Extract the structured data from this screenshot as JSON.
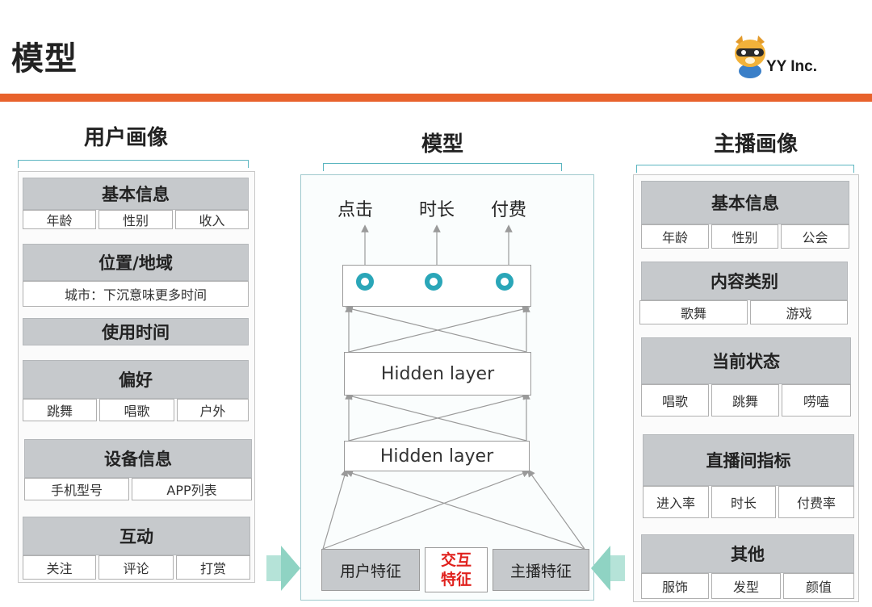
{
  "slide": {
    "title": "模型",
    "logo": {
      "text": "YY Inc.",
      "icon": "raccoon-mascot-icon"
    },
    "accent_color": "#e8622c"
  },
  "user_profile": {
    "title": "用户画像",
    "groups": [
      {
        "header": "基本信息",
        "cells": [
          "年龄",
          "性别",
          "收入"
        ]
      },
      {
        "header": "位置/地域",
        "cells": [
          "城市：下沉意味更多时间"
        ]
      },
      {
        "header": "使用时间",
        "cells": []
      },
      {
        "header": "偏好",
        "cells": [
          "跳舞",
          "唱歌",
          "户外"
        ]
      },
      {
        "header": "设备信息",
        "cells": [
          "手机型号",
          "APP列表"
        ]
      },
      {
        "header": "互动",
        "cells": [
          "关注",
          "评论",
          "打赏"
        ]
      }
    ]
  },
  "model": {
    "title": "模型",
    "outputs": [
      "点击",
      "时长",
      "付费"
    ],
    "hidden_layers": [
      "Hidden layer",
      "Hidden layer"
    ],
    "features": {
      "user": "用户特征",
      "cross_line1": "交互",
      "cross_line2": "特征",
      "anchor": "主播特征"
    },
    "ring_color": "#2aa6b8"
  },
  "anchor_profile": {
    "title": "主播画像",
    "groups": [
      {
        "header": "基本信息",
        "cells": [
          "年龄",
          "性别",
          "公会"
        ]
      },
      {
        "header": "内容类别",
        "cells": [
          "歌舞",
          "游戏"
        ]
      },
      {
        "header": "当前状态",
        "cells": [
          "唱歌",
          "跳舞",
          "唠嗑"
        ]
      },
      {
        "header": "直播间指标",
        "cells": [
          "进入率",
          "时长",
          "付费率"
        ]
      },
      {
        "header": "其他",
        "cells": [
          "服饰",
          "发型",
          "颜值"
        ]
      }
    ]
  }
}
